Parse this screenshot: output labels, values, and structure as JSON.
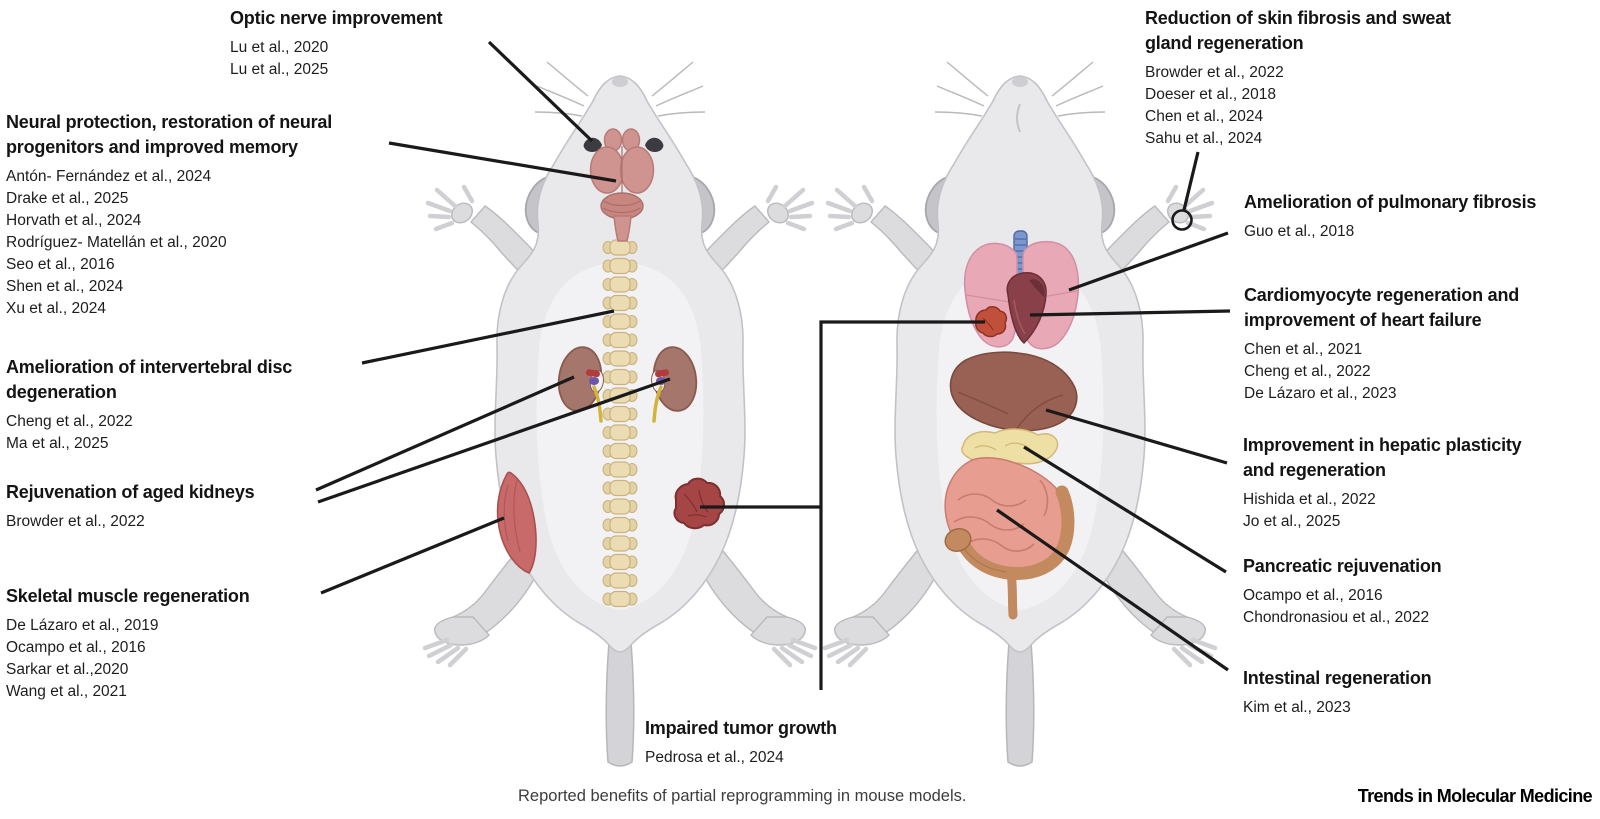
{
  "figure": {
    "caption": "Reported benefits of partial reprogramming in mouse models.",
    "brand": "Trends in Molecular Medicine"
  },
  "annotations": [
    {
      "id": "optic-nerve",
      "title": "Optic nerve improvement",
      "refs": [
        "Lu et al., 2020",
        "Lu et al., 2025"
      ]
    },
    {
      "id": "neural",
      "title": "Neural protection, restoration of neural\nprogenitors and improved memory",
      "refs": [
        "Antón- Fernández et al., 2024",
        "Drake et al., 2025",
        "Horvath et al., 2024",
        "Rodríguez- Matellán et al., 2020",
        "Seo et al., 2016",
        "Shen et al., 2024",
        "Xu et al., 2024"
      ]
    },
    {
      "id": "intervertebral-disc",
      "title": "Amelioration of intervertebral disc\ndegeneration",
      "refs": [
        "Cheng et al., 2022",
        "Ma et al., 2025"
      ]
    },
    {
      "id": "kidneys",
      "title": "Rejuvenation of aged kidneys",
      "refs": [
        "Browder et al., 2022"
      ]
    },
    {
      "id": "skeletal-muscle",
      "title": "Skeletal muscle regeneration",
      "refs": [
        "De Lázaro et al., 2019",
        "Ocampo et al., 2016",
        "Sarkar et al.,2020",
        "Wang et al., 2021"
      ]
    },
    {
      "id": "tumor-growth",
      "title": "Impaired tumor growth",
      "refs": [
        "Pedrosa et al., 2024"
      ]
    },
    {
      "id": "skin",
      "title": "Reduction of skin fibrosis and sweat\ngland regeneration",
      "refs": [
        "Browder et al., 2022",
        "Doeser et al., 2018",
        "Chen et al., 2024",
        "Sahu et al., 2024"
      ]
    },
    {
      "id": "pulmonary",
      "title": "Amelioration of pulmonary fibrosis",
      "refs": [
        "Guo et al., 2018"
      ]
    },
    {
      "id": "cardiomyocyte",
      "title": "Cardiomyocyte regeneration and\nimprovement of heart failure",
      "refs": [
        "Chen et al., 2021",
        "Cheng et al., 2022",
        "De Lázaro et al., 2023"
      ]
    },
    {
      "id": "hepatic",
      "title": "Improvement in hepatic plasticity\nand regeneration",
      "refs": [
        "Hishida et al., 2022",
        "Jo et al., 2025"
      ]
    },
    {
      "id": "pancreatic",
      "title": "Pancreatic rejuvenation",
      "refs": [
        "Ocampo et al., 2016",
        "Chondronasiou et al., 2022"
      ]
    },
    {
      "id": "intestinal",
      "title": "Intestinal regeneration",
      "refs": [
        "Kim et al., 2023"
      ]
    }
  ],
  "left_mouse": {
    "view": "dorsal",
    "features": [
      "brain",
      "eyes",
      "spine",
      "kidneys",
      "adrenal glands",
      "skeletal muscle",
      "tumor"
    ]
  },
  "right_mouse": {
    "view": "ventral",
    "features": [
      "trachea",
      "lungs",
      "lung lesion",
      "heart",
      "liver",
      "pancreas",
      "small intestine",
      "large intestine",
      "skin site marker"
    ]
  },
  "colors": {
    "annotation_line": "#1a1a1a",
    "body_gray": "#e9e9ec",
    "belly_gray": "#f2f2f4",
    "limb_gray": "#dcdcdf",
    "ear_gray": "#c4c4c9",
    "tail_gray": "#d4d4d8",
    "brain_pink": "#cf948f",
    "spine_beige": "#ecdcb4",
    "kidney_brown": "#a5766b",
    "muscle_red": "#c96a6a",
    "tumor_dark_red": "#a54545",
    "lung_pink": "#e8a8b5",
    "lung_tumor_red": "#c0503a",
    "heart_maroon": "#8a4048",
    "trachea_blue": "#7b97cf",
    "liver_brown": "#996153",
    "pancreas_yellow": "#eedfa4",
    "small_intestine_pink": "#e79d8f",
    "large_intestine_tan": "#c28a5e",
    "text_black": "#141414",
    "caption_gray": "#3d3d3d"
  }
}
